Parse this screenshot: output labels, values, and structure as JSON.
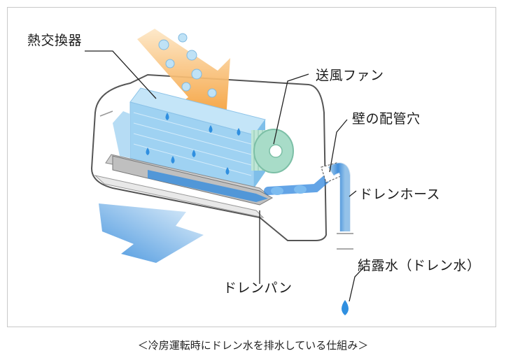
{
  "labels": {
    "heat_exchanger": "熱交換器",
    "fan": "送風ファン",
    "wall_hole": "壁の配管穴",
    "drain_hose": "ドレンホース",
    "condensation": "結露水（ドレン水）",
    "drain_pan": "ドレンパン"
  },
  "caption": "＜冷房運転時にドレン水を排水している仕組み＞",
  "colors": {
    "warm_air_arrow": "#f5a540",
    "cool_air_arrow": "#5aa3e0",
    "water": "#2f8fe0",
    "exchanger": "#9fd2f2",
    "fan": "#9fd8c4",
    "unit_outline": "#555555"
  }
}
